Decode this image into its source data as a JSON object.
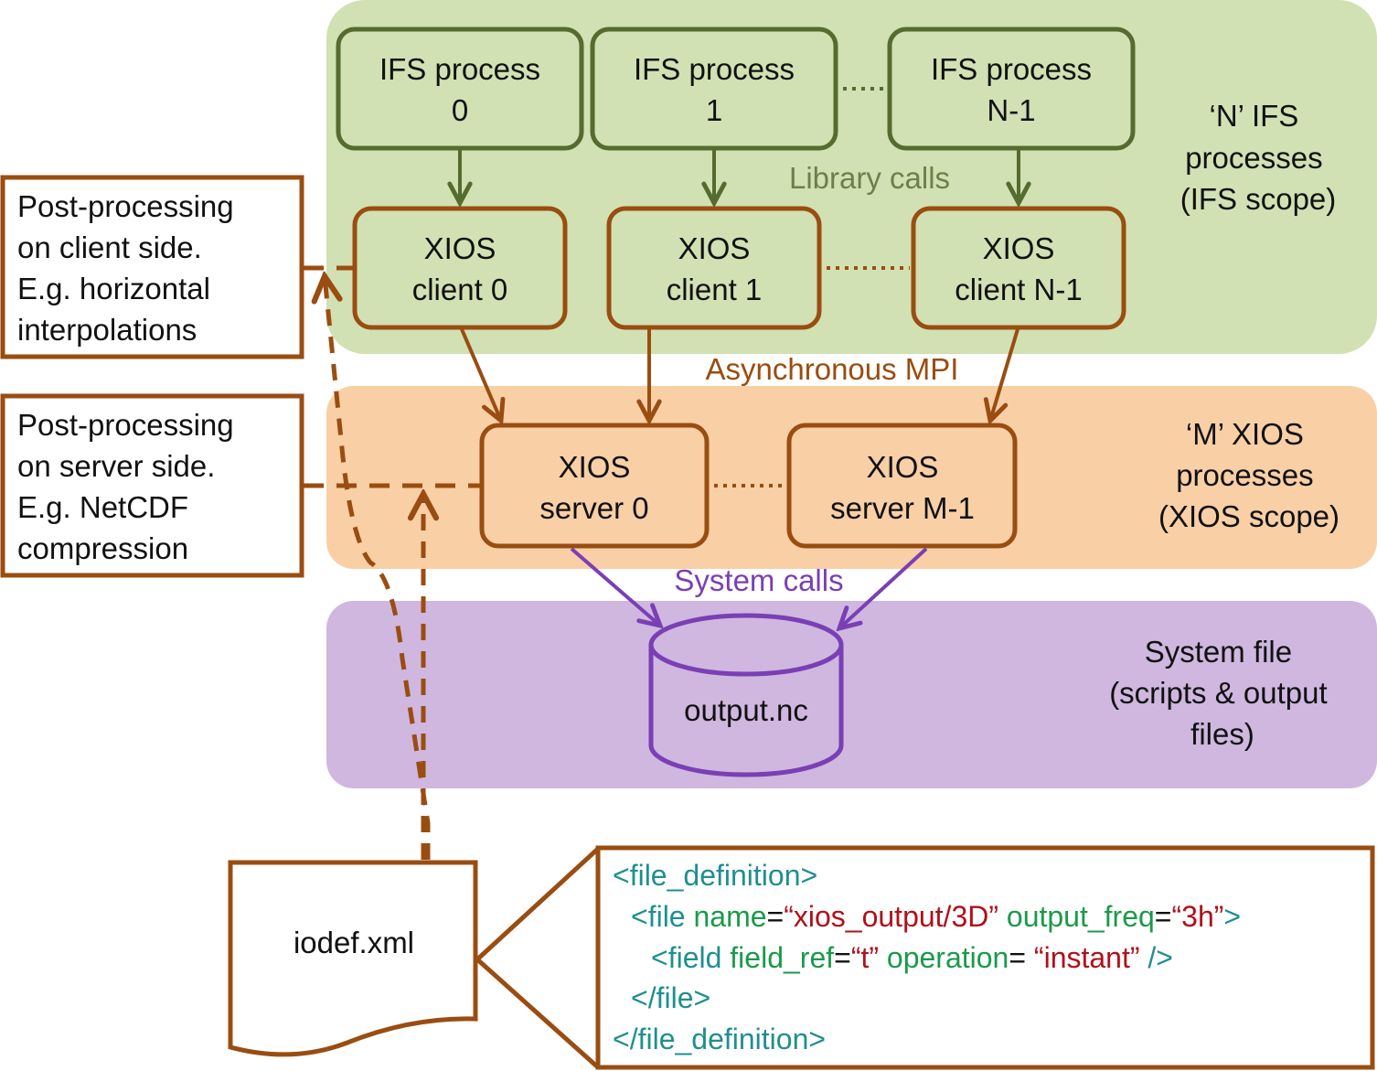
{
  "colors": {
    "green_bg": "#d1e1b3",
    "green_stroke": "#556b2f",
    "orange_bg": "#f9cfa6",
    "brown": "#9a4d11",
    "purple_bg": "#cfb7df",
    "purple": "#7a3fb5",
    "code_tag": "#1f8f8f",
    "code_attr": "#1a9a4a",
    "code_value": "#b0101a"
  },
  "layers": {
    "ifs": {
      "scope_label": [
        "‘N’ IFS",
        "processes",
        "(IFS scope)"
      ]
    },
    "xios": {
      "scope_label": [
        "‘M’ XIOS",
        "processes",
        "(XIOS scope)"
      ]
    },
    "system": {
      "scope_label": [
        "System file",
        "(scripts & output",
        "files)"
      ]
    }
  },
  "ifs_processes": [
    {
      "line1": "IFS process",
      "line2": "0"
    },
    {
      "line1": "IFS process",
      "line2": "1"
    },
    {
      "line1": "IFS process",
      "line2": "N-1"
    }
  ],
  "xios_clients": [
    {
      "line1": "XIOS",
      "line2": "client 0"
    },
    {
      "line1": "XIOS",
      "line2": "client 1"
    },
    {
      "line1": "XIOS",
      "line2": "client N-1"
    }
  ],
  "xios_servers": [
    {
      "line1": "XIOS",
      "line2": "server 0"
    },
    {
      "line1": "XIOS",
      "line2": "server M-1"
    }
  ],
  "edge_labels": {
    "library_calls": "Library calls",
    "async_mpi": "Asynchronous MPI",
    "system_calls": "System calls"
  },
  "output_file": "output.nc",
  "annotations": {
    "client_side": [
      "Post-processing",
      "on client side.",
      "E.g. horizontal",
      "interpolations"
    ],
    "server_side": [
      "Post-processing",
      "on server side.",
      "E.g. NetCDF",
      "compression"
    ]
  },
  "iodef": {
    "filename": "iodef.xml",
    "code_lines": [
      [
        {
          "t": "tag",
          "s": "<file_definition>"
        }
      ],
      [
        {
          "t": "tag",
          "s": "<file "
        },
        {
          "t": "attr",
          "s": "name"
        },
        {
          "t": "eq",
          "s": "="
        },
        {
          "t": "val",
          "s": "“xios_output/3D”"
        },
        {
          "t": "attr",
          "s": " output_freq"
        },
        {
          "t": "eq",
          "s": "="
        },
        {
          "t": "val",
          "s": "“3h”"
        },
        {
          "t": "tag",
          "s": ">"
        }
      ],
      [
        {
          "t": "tag",
          "s": "<field "
        },
        {
          "t": "attr",
          "s": "field_ref"
        },
        {
          "t": "eq",
          "s": "="
        },
        {
          "t": "val",
          "s": "“t”"
        },
        {
          "t": "attr",
          "s": " operation"
        },
        {
          "t": "eq",
          "s": "= "
        },
        {
          "t": "val",
          "s": "“instant”"
        },
        {
          "t": "tag",
          "s": " />"
        }
      ],
      [
        {
          "t": "tag",
          "s": "</file>"
        }
      ],
      [
        {
          "t": "tag",
          "s": "</file_definition>"
        }
      ]
    ]
  }
}
